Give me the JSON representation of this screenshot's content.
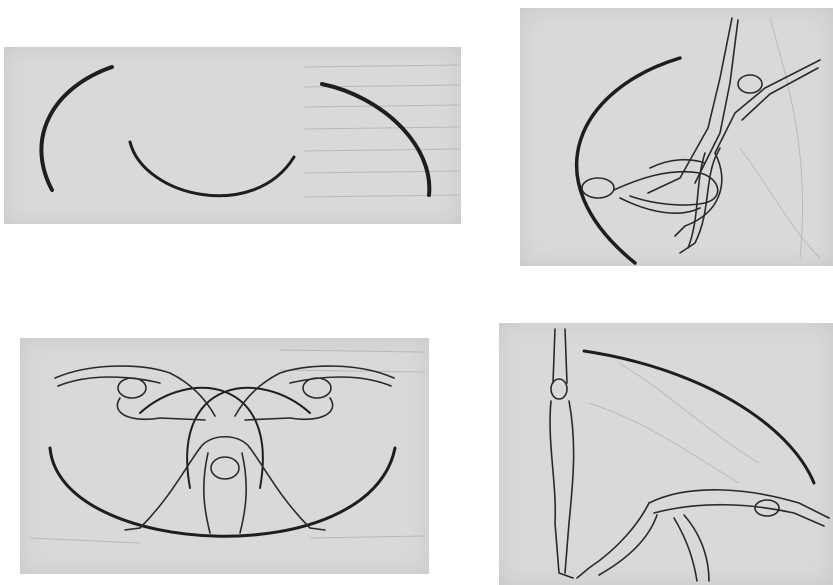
{
  "image": {
    "background": "#ffffff",
    "panel_color": "#d9d9da",
    "ink_color": "#1e1e1e",
    "panels": [
      {
        "name": "three-arcs-panel",
        "content": [
          "left-arc",
          "middle-arc",
          "right-arc"
        ]
      },
      {
        "name": "backbend-figure-panel",
        "content": [
          "sweeping-arc",
          "overlaid-backbend-figures"
        ]
      },
      {
        "name": "symmetric-figures-panel",
        "content": [
          "large-bowl-arc",
          "two-reaching-figures",
          "bending-figure"
        ]
      },
      {
        "name": "standing-to-bend-panel",
        "content": [
          "standing-figure",
          "sweeping-arc",
          "bent-lunging-figure"
        ]
      }
    ]
  }
}
